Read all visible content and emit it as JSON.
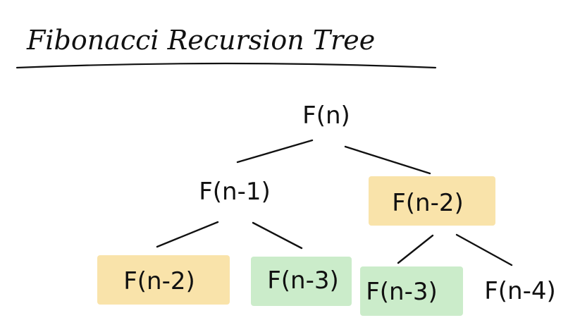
{
  "title": "Fibonacci Recursion Tree",
  "tree": {
    "root": {
      "label": "F(n)",
      "highlight": "none"
    },
    "level1": [
      {
        "label": "F(n-1)",
        "highlight": "none"
      },
      {
        "label": "F(n-2)",
        "highlight": "yellow"
      }
    ],
    "level2": [
      {
        "label": "F(n-2)",
        "highlight": "yellow"
      },
      {
        "label": "F(n-3)",
        "highlight": "green"
      },
      {
        "label": "F(n-3)",
        "highlight": "green"
      },
      {
        "label": "F(n-4)",
        "highlight": "none"
      }
    ]
  },
  "colors": {
    "yellow": "#f9e1a5",
    "green": "#c8ebc7",
    "ink": "#111111"
  }
}
